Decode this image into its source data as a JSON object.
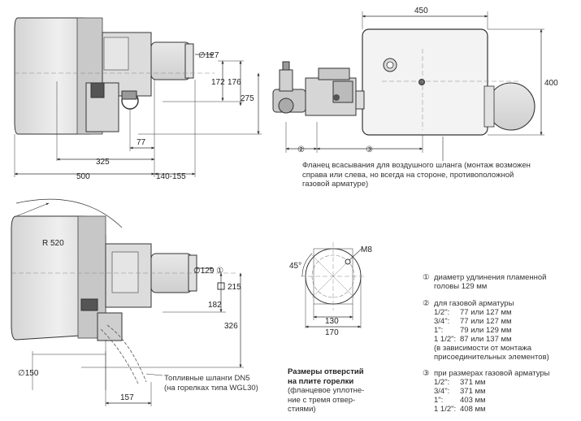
{
  "top_side": {
    "dim_127": "∅127",
    "dim_172": "172",
    "dim_176": "176",
    "dim_275": "275",
    "dim_77": "77",
    "dim_325": "325",
    "dim_500": "500",
    "dim_140_155": "140-155"
  },
  "top_front": {
    "dim_450": "450",
    "dim_400": "400",
    "mark_2": "②",
    "mark_3": "③",
    "flange_note": "Фланец всасывания для воздушного шланга (монтаж возможен справа или слева, но всегда на стороне, противоположной газовой арматуре)"
  },
  "bottom_side": {
    "r520": "R 520",
    "dim_129": "∅129 ①",
    "dim_215": "215",
    "dim_182": "182",
    "dim_326": "326",
    "dim_150": "∅150",
    "dim_157": "157",
    "hoses_line1": "Топливные шланги DN5",
    "hoses_line2": "(на горелках типа WGL30)"
  },
  "holes": {
    "m8": "M8",
    "angle": "45°",
    "dim_130": "130",
    "dim_170": "170",
    "title_line1": "Размеры отверстий",
    "title_line2": "на плите горелки",
    "sub_line1": "(фланцевое уплотне-",
    "sub_line2": "ние с тремя отвер-",
    "sub_line3": "стиями)"
  },
  "notes": {
    "n1_mark": "①",
    "n1_line1": "диаметр удлинения пламенной",
    "n1_line2": "головы 129 мм",
    "n2_mark": "②",
    "n2_title": "для газовой арматуры",
    "n2_rows": [
      {
        "size": "1/2\":",
        "val": "77 или 127 мм"
      },
      {
        "size": "3/4\":",
        "val": "77 или 127 мм"
      },
      {
        "size": "1\":",
        "val": "79 или 129 мм"
      },
      {
        "size": "1 1/2\":",
        "val": "87 или 137 мм"
      }
    ],
    "n2_foot1": "(в зависимости от монтажа",
    "n2_foot2": "присоединительных элементов)",
    "n3_mark": "③",
    "n3_title": "при размерах газовой арматуры",
    "n3_rows": [
      {
        "size": "1/2\":",
        "val": "371 мм"
      },
      {
        "size": "3/4\":",
        "val": "371 мм"
      },
      {
        "size": "1\":",
        "val": "403 мм"
      },
      {
        "size": "1 1/2\":",
        "val": "408 мм"
      }
    ]
  }
}
